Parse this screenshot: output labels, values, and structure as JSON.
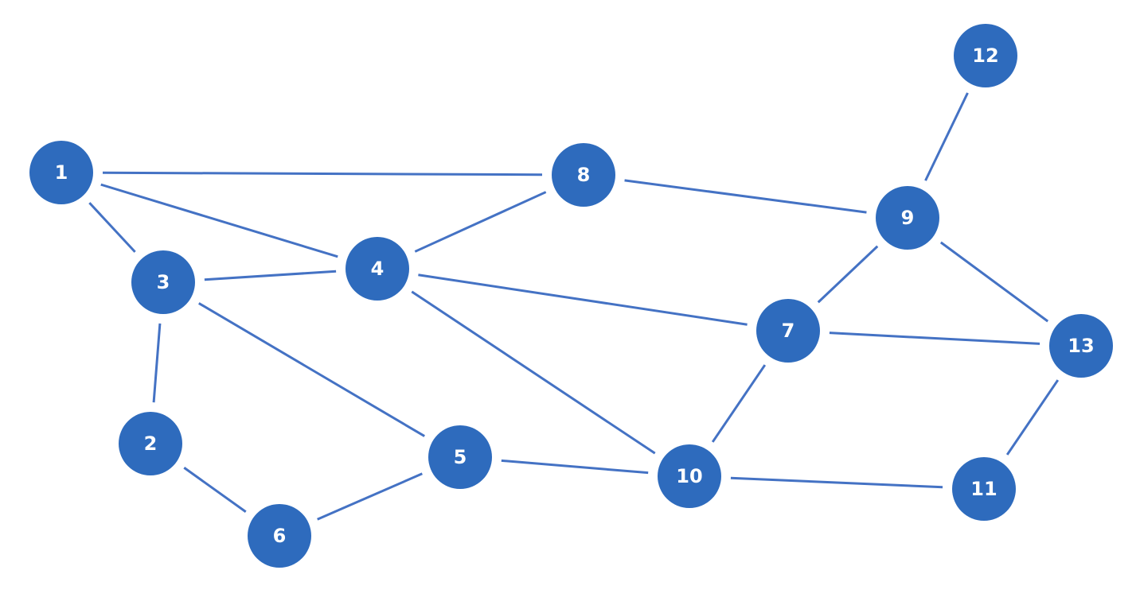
{
  "graph": {
    "colors": {
      "node_fill": "#2e6bbd",
      "edge": "#4472c4",
      "label": "#ffffff"
    },
    "nodes": [
      {
        "id": "1",
        "label": "1"
      },
      {
        "id": "2",
        "label": "2"
      },
      {
        "id": "3",
        "label": "3"
      },
      {
        "id": "4",
        "label": "4"
      },
      {
        "id": "5",
        "label": "5"
      },
      {
        "id": "6",
        "label": "6"
      },
      {
        "id": "7",
        "label": "7"
      },
      {
        "id": "8",
        "label": "8"
      },
      {
        "id": "9",
        "label": "9"
      },
      {
        "id": "10",
        "label": "10"
      },
      {
        "id": "11",
        "label": "11"
      },
      {
        "id": "12",
        "label": "12"
      },
      {
        "id": "13",
        "label": "13"
      }
    ],
    "edges": [
      [
        "1",
        "8"
      ],
      [
        "1",
        "4"
      ],
      [
        "1",
        "3"
      ],
      [
        "3",
        "4"
      ],
      [
        "3",
        "2"
      ],
      [
        "3",
        "5"
      ],
      [
        "4",
        "8"
      ],
      [
        "4",
        "7"
      ],
      [
        "4",
        "10"
      ],
      [
        "8",
        "9"
      ],
      [
        "9",
        "12"
      ],
      [
        "9",
        "7"
      ],
      [
        "9",
        "13"
      ],
      [
        "7",
        "13"
      ],
      [
        "7",
        "10"
      ],
      [
        "2",
        "6"
      ],
      [
        "6",
        "5"
      ],
      [
        "5",
        "10"
      ],
      [
        "10",
        "11"
      ],
      [
        "11",
        "13"
      ]
    ]
  }
}
